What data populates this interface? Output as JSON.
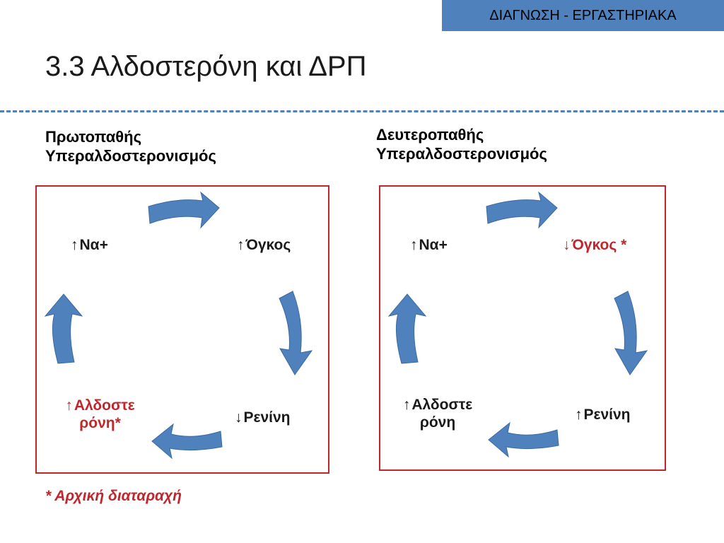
{
  "tag": "ΔΙΑΓΝΩΣΗ - ΕΡΓΑΣΤΗΡΙΑΚΑ",
  "title": "3.3 Αλδοστερόνη και ΔΡΠ",
  "primary": {
    "heading": "Πρωτοπαθής\nΥπεραλδοστερονισμός",
    "na": {
      "arrow": "↑",
      "text": "Να+"
    },
    "volume": {
      "arrow": "↑",
      "text": "Όγκος"
    },
    "renin": {
      "arrow": "↓",
      "text": "Ρενίνη"
    },
    "aldo_line1": {
      "arrow": "↑",
      "text": "Αλδοστε"
    },
    "aldo_line2": "ρόνη*"
  },
  "secondary": {
    "heading": "Δευτεροπαθής\nΥπεραλδοστερονισμός",
    "na": {
      "arrow": "↑",
      "text": "Να+"
    },
    "volume": {
      "arrow": "↓",
      "text": "Όγκος *"
    },
    "renin": {
      "arrow": "↑",
      "text": "Ρενίνη"
    },
    "aldo_line1": {
      "arrow": "↑",
      "text": "Αλδοστε"
    },
    "aldo_line2": "ρόνη"
  },
  "footnote": "* Αρχική διαταραχή",
  "colors": {
    "accent": "#4f81bd",
    "highlight": "#c0272d",
    "cycle_arrow": "#4f81bd"
  },
  "icons": [
    "curved-arrow-icon",
    "arrow-up-icon",
    "arrow-down-icon"
  ]
}
